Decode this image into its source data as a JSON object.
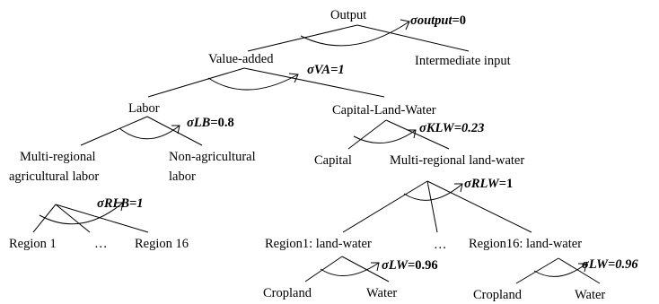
{
  "nodes": {
    "output": "Output",
    "value_added": "Value-added",
    "intermediate_input": "Intermediate input",
    "labor": "Labor",
    "capital_land_water": "Capital-Land-Water",
    "multi_regional_ag_labor_1": "Multi-regional",
    "multi_regional_ag_labor_2": "agricultural labor",
    "non_ag_labor_1": "Non-agricultural",
    "non_ag_labor_2": "labor",
    "capital": "Capital",
    "multi_regional_land_water": "Multi-regional land-water",
    "region_1": "Region 1",
    "ellipsis_labor": "…",
    "region_16": "Region 16",
    "region1_land_water": "Region1: land-water",
    "ellipsis_land": "…",
    "region16_land_water": "Region16: land-water",
    "cropland_left": "Cropland",
    "water_left": "Water",
    "cropland_right": "Cropland",
    "water_right": "Water"
  },
  "elasticities": {
    "output": {
      "symbol": "σoutput",
      "value": "=0"
    },
    "va": {
      "symbol": "σVA=1",
      "value": ""
    },
    "lb": {
      "symbol": "σLB",
      "value": "=0.8"
    },
    "klw": {
      "symbol": "σKLW=0.23",
      "value": ""
    },
    "rlb": {
      "symbol": "σRLB=1",
      "value": ""
    },
    "rlw": {
      "symbol": "σRLW",
      "value": "=1"
    },
    "lw_left": {
      "symbol": "σLW",
      "value": "=0.96"
    },
    "lw_right": {
      "symbol": "σLW=0.96",
      "value": ""
    }
  }
}
